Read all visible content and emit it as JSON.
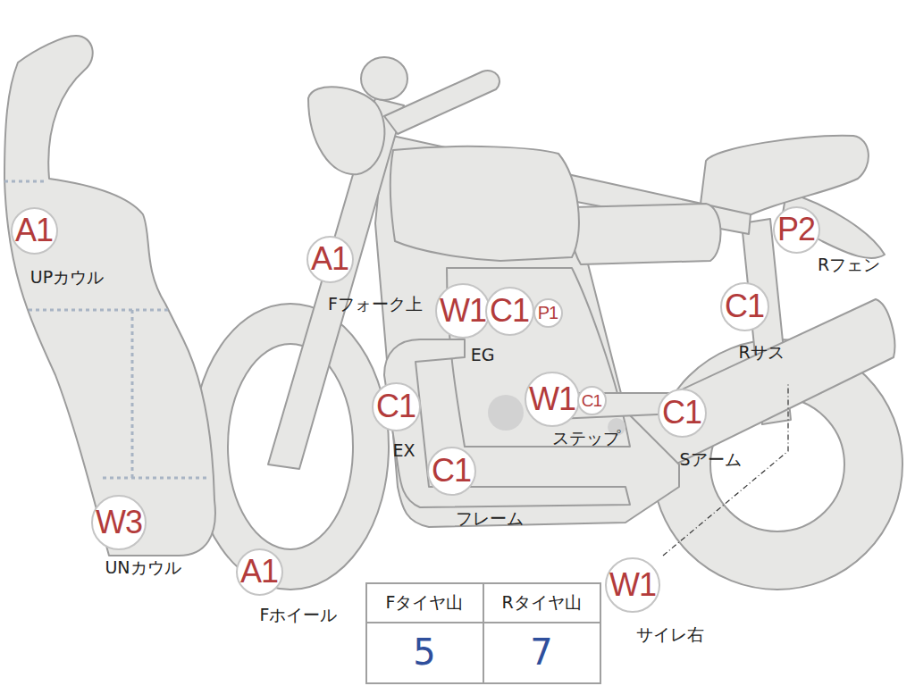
{
  "diagram": {
    "nodes": [
      {
        "text": [
          "A1",
          "UPカウル"
        ]
      },
      {
        "text": [
          "A1",
          "Fフォーク上"
        ]
      },
      {
        "text": [
          "W1"
        ]
      },
      {
        "text": [
          "C1"
        ]
      },
      {
        "text": [
          "P1"
        ]
      },
      {
        "text": [
          "C1",
          "Rサス"
        ]
      },
      {
        "text": [
          "P2",
          "Rフェン"
        ]
      },
      {
        "text": [
          "C1",
          "EX"
        ]
      },
      {
        "text": [
          "W1"
        ]
      },
      {
        "text": [
          "C1"
        ]
      },
      {
        "text": [
          "C1",
          "Sアーム"
        ]
      },
      {
        "text": [
          "C1",
          "フレーム"
        ]
      },
      {
        "text": [
          "W3",
          "UNカウル"
        ]
      },
      {
        "text": [
          "A1",
          "Fホイール"
        ]
      },
      {
        "text": [
          "W1",
          "サイレ右"
        ]
      }
    ],
    "labels": [
      "EG",
      "ステップ",
      "Fタイヤ山",
      "Rタイヤ山",
      "5",
      "7"
    ]
  }
}
